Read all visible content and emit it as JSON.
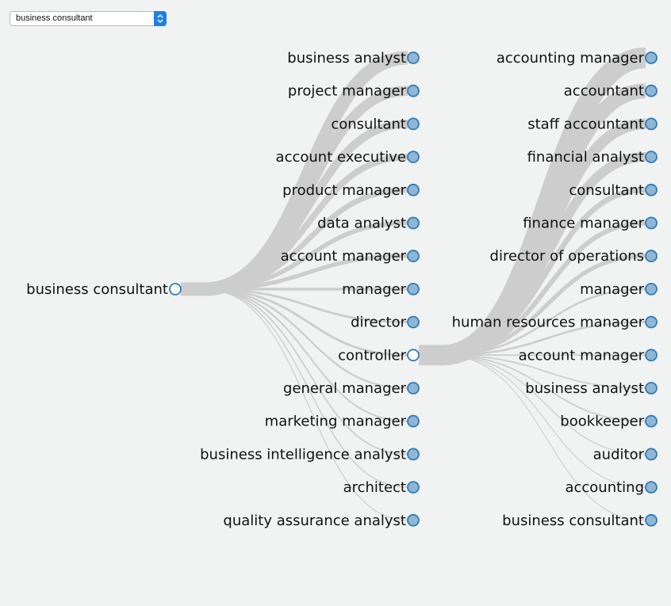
{
  "selector": {
    "value": "business consultant"
  },
  "colors": {
    "background": "#f1f2f2",
    "link": "#cdcdcd",
    "node_fill_leaf": "#8fb6d2",
    "node_fill_expanded": "#ffffff",
    "node_stroke": "#2f7bbd",
    "select_accent": "#1f7fe8"
  },
  "tree": {
    "root": {
      "label": "business consultant",
      "expanded": true,
      "children": [
        {
          "label": "business analyst",
          "weight": 30
        },
        {
          "label": "project manager",
          "weight": 22
        },
        {
          "label": "consultant",
          "weight": 18
        },
        {
          "label": "account executive",
          "weight": 14
        },
        {
          "label": "product manager",
          "weight": 12
        },
        {
          "label": "data analyst",
          "weight": 10
        },
        {
          "label": "account manager",
          "weight": 9
        },
        {
          "label": "manager",
          "weight": 6
        },
        {
          "label": "director",
          "weight": 5
        },
        {
          "label": "controller",
          "weight": 5,
          "expanded": true,
          "children": [
            {
              "label": "accounting manager",
              "weight": 30
            },
            {
              "label": "accountant",
              "weight": 22
            },
            {
              "label": "staff accountant",
              "weight": 16
            },
            {
              "label": "financial analyst",
              "weight": 14
            },
            {
              "label": "consultant",
              "weight": 8
            },
            {
              "label": "finance manager",
              "weight": 7
            },
            {
              "label": "director of operations",
              "weight": 6
            },
            {
              "label": "manager",
              "weight": 3
            },
            {
              "label": "human resources manager",
              "weight": 3
            },
            {
              "label": "account manager",
              "weight": 2
            },
            {
              "label": "business analyst",
              "weight": 2
            },
            {
              "label": "bookkeeper",
              "weight": 2
            },
            {
              "label": "auditor",
              "weight": 1.5
            },
            {
              "label": "accounting",
              "weight": 1.2
            },
            {
              "label": "business consultant",
              "weight": 1
            }
          ]
        },
        {
          "label": "general manager",
          "weight": 4
        },
        {
          "label": "marketing manager",
          "weight": 3.5
        },
        {
          "label": "business intelligence analyst",
          "weight": 3
        },
        {
          "label": "architect",
          "weight": 2.5
        },
        {
          "label": "quality assurance analyst",
          "weight": 2
        }
      ]
    }
  }
}
